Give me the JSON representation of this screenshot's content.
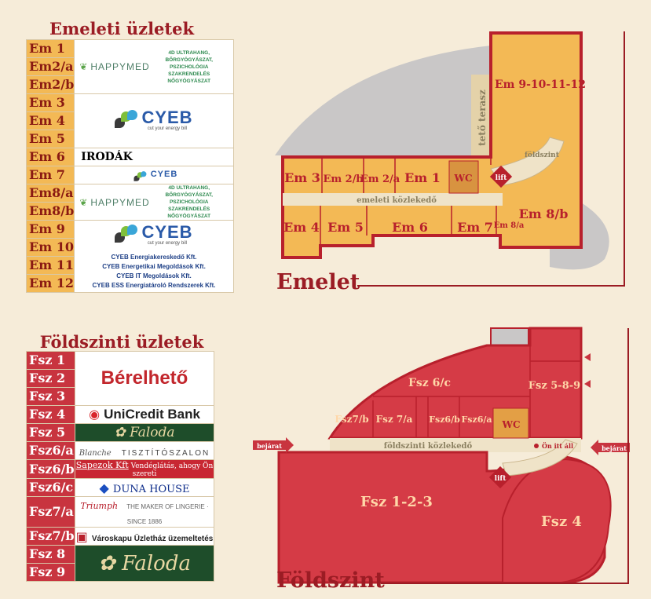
{
  "upper": {
    "title": "Emeleti üzletek",
    "codes": [
      "Em 1",
      "Em2/a",
      "Em2/b",
      "Em 3",
      "Em 4",
      "Em 5",
      "Em 6",
      "Em 7",
      "Em8/a",
      "Em8/b",
      "Em 9",
      "Em 10",
      "Em 11",
      "Em 12"
    ],
    "happymed_name": "HAPPYMED",
    "happymed_desc": "4D ULTRAHANG, BŐRGYÓGYÁSZAT, PSZICHOLÓGIA SZAKRENDELÉS NŐGYÓGYÁSZAT",
    "cyeb_name": "CYEB",
    "cyeb_tag": "cut your energy bill",
    "irodak": "IRODÁK",
    "cyeb_companies": [
      "CYEB Energiakereskedő Kft.",
      "CYEB Energetikai Megoldások Kft.",
      "CYEB IT Megoldások Kft.",
      "CYEB ESS Energiatároló Rendszerek Kft."
    ]
  },
  "ground": {
    "title": "Földszinti üzletek",
    "codes": [
      "Fsz 1",
      "Fsz 2",
      "Fsz 3",
      "Fsz 4",
      "Fsz 5",
      "Fsz6/a",
      "Fsz6/b",
      "Fsz6/c",
      "Fsz7/a",
      "Fsz7/b",
      "Fsz 8",
      "Fsz 9"
    ],
    "berelheto": "Bérelhető",
    "unicredit": "UniCredit Bank",
    "faloda": "Faloda",
    "blanche": "Blanche",
    "blanche_sub": "TISZTÍTÓSZALON",
    "sapezok": "Sapezok Kft",
    "sapezok_sub": "Vendéglátás, ahogy Ön szereti",
    "duna": "DUNA HOUSE",
    "triumph": "Triumph",
    "triumph_sub": "THE MAKER OF LINGERIE · SINCE 1886",
    "varoskapu": "Városkapu Üzletház üzemeltetés"
  },
  "maps": {
    "upper_label": "Emelet",
    "ground_label": "Földszint",
    "upper_units": [
      "Em 9-10-11-12",
      "Em 3",
      "Em 2/b",
      "Em 2/a",
      "Em 1",
      "WC",
      "Em 4",
      "Em 5",
      "Em 6",
      "Em 7",
      "Em 8/a",
      "Em 8/b"
    ],
    "upper_corridor": "emeleti közlekedő",
    "terrace": "tető terasz",
    "foldszint_small": "földszint",
    "lift": "lift",
    "ground_units": [
      "Fsz 6/c",
      "Fsz 5-8-9",
      "Fsz7/b",
      "Fsz 7/a",
      "Fsz6/b",
      "Fsz6/a",
      "WC",
      "Fsz 1-2-3",
      "Fsz 4"
    ],
    "ground_corridor": "földszinti közlekedő",
    "on_itt_all": "Ön itt áll",
    "entrance": "bejárat"
  },
  "colors": {
    "em_orange": "#f3b955",
    "fsz_red": "#d53b46",
    "dark_red": "#b8202c"
  }
}
